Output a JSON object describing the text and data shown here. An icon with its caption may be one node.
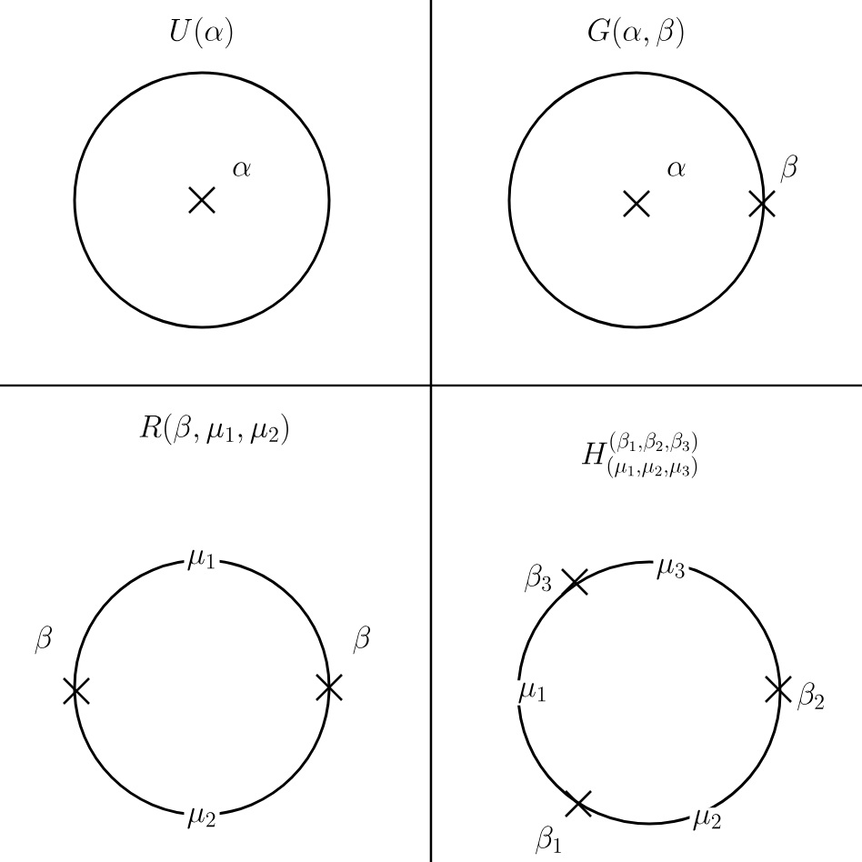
{
  "diagram": {
    "labels": [
      "U(\\alpha)",
      "\\alpha",
      "G(\\alpha,\\beta)",
      "\\alpha",
      "\\beta",
      "R(\\beta,\\mu_1,\\mu_2)",
      "\\mu_1",
      "\\beta",
      "\\beta",
      "\\mu_2",
      "H^{(\\beta_1,\\beta_2,\\beta_3)}_{(\\mu_1,\\mu_2,\\mu_3)}",
      "\\beta_3",
      "\\mu_3",
      "\\mu_1",
      "\\beta_2",
      "\\beta_1",
      "\\mu_2"
    ]
  }
}
